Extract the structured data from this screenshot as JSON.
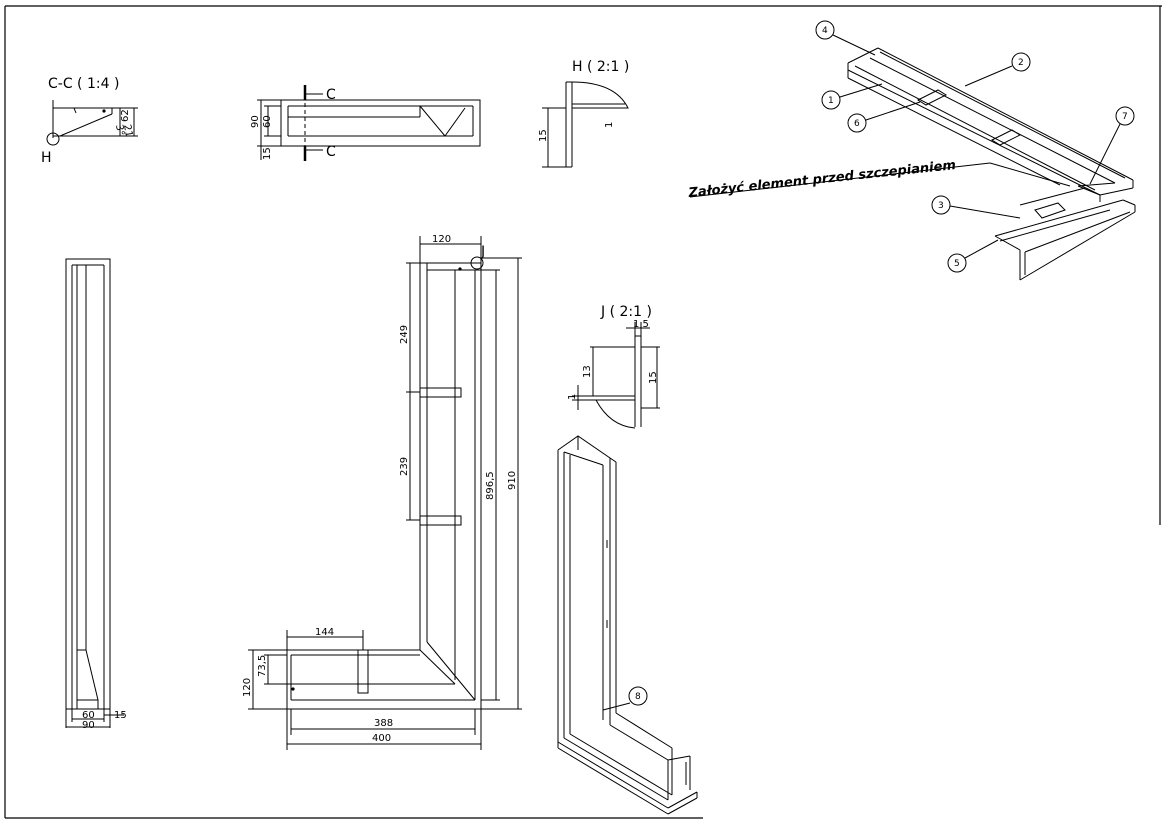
{
  "views": {
    "section_cc": {
      "title": "C-C ( 1:4 )",
      "detail_marker": "H",
      "dims": [
        "62",
        "21",
        "3°"
      ]
    },
    "top_view": {
      "cut_labels": [
        "C",
        "C"
      ],
      "dims": [
        "90",
        "60",
        "15"
      ]
    },
    "detail_h": {
      "title": "H ( 2:1 )",
      "dims": [
        "15",
        "1"
      ]
    },
    "detail_j": {
      "title": "J ( 2:1 )",
      "dims": [
        "1,5",
        "13",
        "15",
        "1"
      ]
    },
    "front_view": {
      "detail_marker": "J",
      "dims": {
        "top_width": "120",
        "upper_span": "249",
        "middle_span": "239",
        "inner_height": "896,5",
        "total_height": "910",
        "short_leg": "144",
        "leg_inner": "73,5",
        "leg_height": "120",
        "inner_length": "388",
        "total_length": "400"
      }
    },
    "side_view": {
      "dims": [
        "60",
        "90",
        "15"
      ]
    }
  },
  "assembly": {
    "note": "Założyć element przed szczepianiem",
    "balloons": [
      "1",
      "2",
      "3",
      "4",
      "5",
      "6",
      "7",
      "8"
    ]
  }
}
